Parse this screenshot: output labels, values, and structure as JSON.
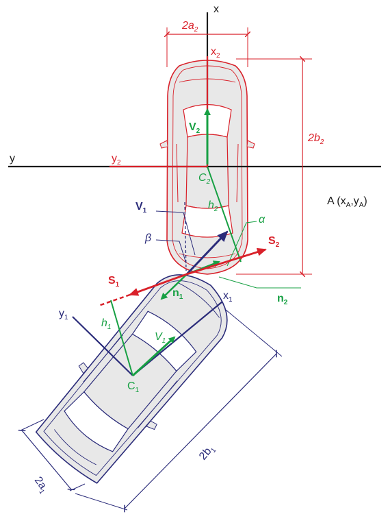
{
  "colors": {
    "axes": "#1a1a1a",
    "car2": "#d9212a",
    "car1": "#2b2c7a",
    "green": "#17a043",
    "car_fill": "#e8e8e8"
  },
  "labels": {
    "x": "x",
    "y": "y",
    "x2": "x",
    "x2_sub": "2",
    "y2": "y",
    "y2_sub": "2",
    "dim_2a2": "2a",
    "dim_2a2_sub": "2",
    "dim_2b2": "2b",
    "dim_2b2_sub": "2",
    "V2": "V",
    "V2_sub": "2",
    "C2": "C",
    "C2_sub": "2",
    "h2": "h",
    "h2_sub": "2",
    "A": "A (x",
    "A_sub1": "A",
    "A_mid": ",y",
    "A_sub2": "A",
    "A_end": ")",
    "V1": "V",
    "V1_sub": "1",
    "alpha": "α",
    "beta": "β",
    "S2": "S",
    "S2_sub": "2",
    "S1": "S",
    "S1_sub": "1",
    "n1": "n",
    "n1_sub": "1",
    "n2": "n",
    "n2_sub": "2",
    "x1": "x",
    "x1_sub": "1",
    "y1": "y",
    "y1_sub": "1",
    "h1": "h",
    "h1_sub": "1",
    "V1b": "V",
    "V1b_sub": "1",
    "C1": "C",
    "C1_sub": "1",
    "dim_2b1": "2b",
    "dim_2b1_sub": "1",
    "dim_2a1": "2a",
    "dim_2a1_sub": "1"
  }
}
